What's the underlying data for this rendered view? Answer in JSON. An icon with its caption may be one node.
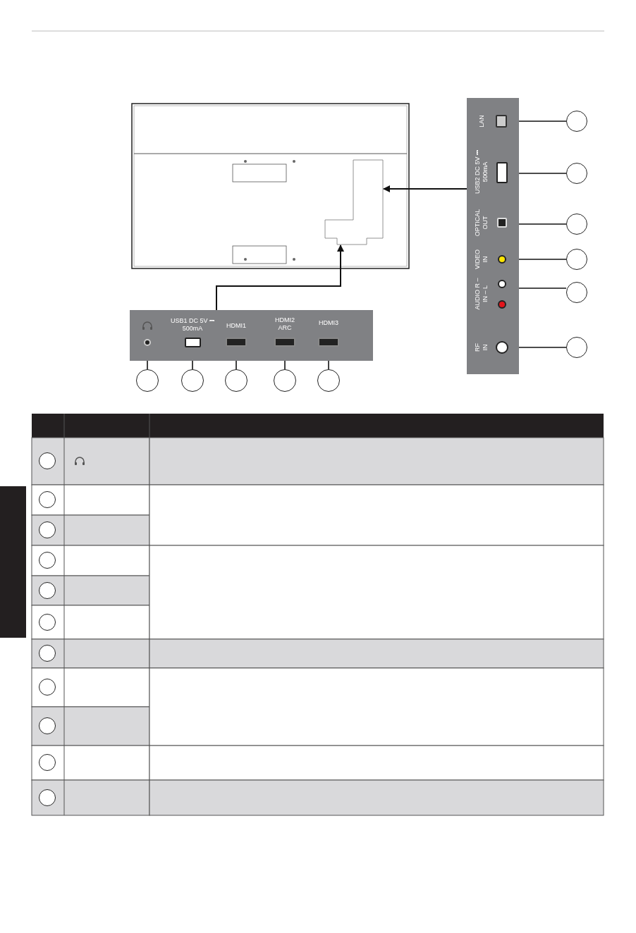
{
  "diagram": {
    "nodes": [
      {
        "text": [],
        "shape": "picture"
      },
      {
        "text": [],
        "shape": "box",
        "in": 0
      },
      {
        "text": [
          "LAN",
          "USB2 DC 5V ⎓ 500mA",
          "OPTICAL OUT",
          "VIDEO IN",
          "AUDIO R – IN – L",
          "RF IN"
        ]
      },
      {
        "text": [],
        "shape": "box",
        "in": 2
      },
      {
        "text": [],
        "shape": "box",
        "in": 2
      },
      {
        "text": [],
        "shape": "box",
        "in": 2
      },
      {
        "text": [],
        "shape": "circle",
        "in": 2
      },
      {
        "text": [],
        "shape": "circle",
        "in": 2
      },
      {
        "text": [],
        "shape": "circle",
        "in": 2
      },
      {
        "text": [],
        "shape": "circle",
        "in": 2
      },
      {
        "text": [],
        "shape": "circle"
      },
      {
        "text": [],
        "shape": "circle"
      },
      {
        "text": [],
        "shape": "circle"
      },
      {
        "text": [],
        "shape": "circle"
      },
      {
        "text": [],
        "shape": "circle"
      },
      {
        "text": [],
        "shape": "circle"
      },
      {
        "text": [
          "USB1 DC 5V ⎓ 500mA",
          "HDMI1",
          "HDMI2 ARC",
          "HDMI3"
        ]
      },
      {
        "text": [],
        "shape": "circle",
        "in": 16
      },
      {
        "text": [],
        "shape": "box",
        "in": 16
      },
      {
        "text": [],
        "shape": "box",
        "in": 16
      },
      {
        "text": [],
        "shape": "box",
        "in": 16
      },
      {
        "text": [],
        "shape": "box",
        "in": 16
      },
      {
        "text": [],
        "shape": "circle"
      },
      {
        "text": [],
        "shape": "circle"
      },
      {
        "text": [],
        "shape": "circle"
      },
      {
        "text": [],
        "shape": "circle"
      },
      {
        "text": [],
        "shape": "circle"
      },
      {
        "text": [],
        "shape": "circle"
      },
      {
        "text": [],
        "shape": "circle"
      },
      {
        "text": [],
        "shape": "circle"
      },
      {
        "text": [],
        "shape": "circle"
      },
      {
        "text": [],
        "shape": "circle"
      },
      {
        "text": [],
        "shape": "circle"
      },
      {
        "text": [],
        "shape": "circle"
      },
      {
        "text": [],
        "shape": "circle"
      },
      {
        "text": [],
        "shape": "circle"
      },
      {
        "text": [],
        "shape": "circle"
      },
      {
        "text": [],
        "shape": "circle"
      }
    ],
    "edges": [
      {
        "from": 2,
        "to": 1,
        "arrow": "to"
      },
      {
        "from": 16,
        "to": 1,
        "arrow": "to"
      },
      {
        "from": 10,
        "to": 3,
        "arrow": "none"
      },
      {
        "from": 11,
        "to": 4,
        "arrow": "none"
      },
      {
        "from": 12,
        "to": 5,
        "arrow": "none"
      },
      {
        "from": 13,
        "to": 6,
        "arrow": "none"
      },
      {
        "from": 14,
        "to": 7,
        "arrow": "none"
      },
      {
        "from": 15,
        "to": 9,
        "arrow": "none"
      },
      {
        "from": 22,
        "to": 17,
        "arrow": "none"
      },
      {
        "from": 23,
        "to": 18,
        "arrow": "none"
      },
      {
        "from": 24,
        "to": 19,
        "arrow": "none"
      },
      {
        "from": 25,
        "to": 20,
        "arrow": "none"
      },
      {
        "from": 26,
        "to": 21,
        "arrow": "none"
      }
    ]
  }
}
